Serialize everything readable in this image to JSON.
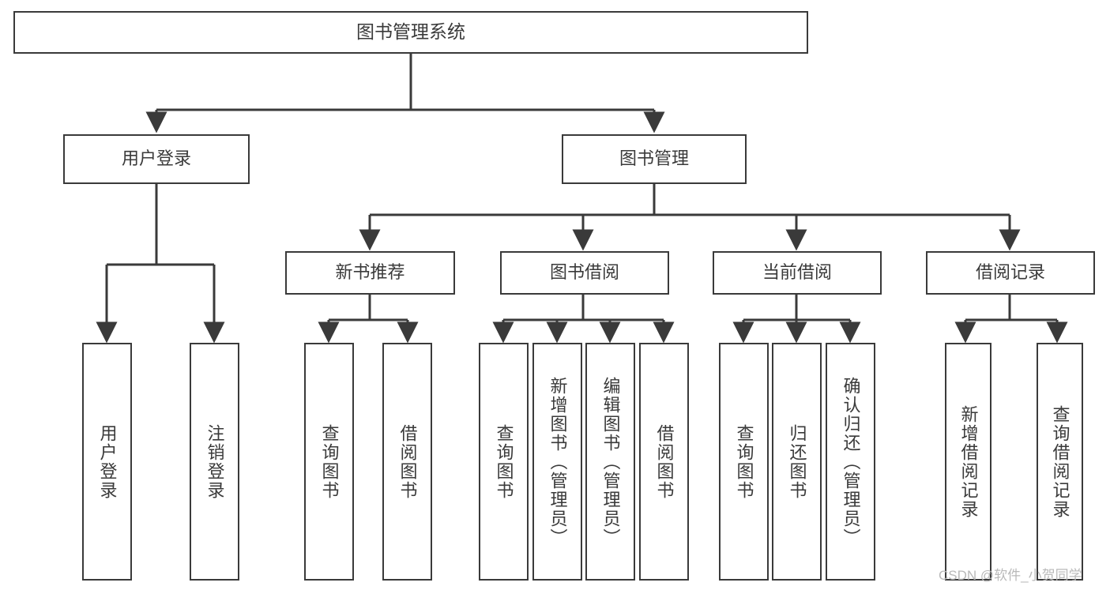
{
  "diagram": {
    "title": "图书管理系统",
    "type": "hierarchy-tree",
    "watermark": "CSDN @软件_小贺同学",
    "colors": {
      "stroke": "#3a3a3a",
      "text": "#3a3a3a",
      "background": "#ffffff",
      "watermark": "#b9b9b9"
    },
    "nodes": {
      "root": {
        "label": "图书管理系统"
      },
      "level1": [
        {
          "id": "user-login",
          "label": "用户登录"
        },
        {
          "id": "book-management",
          "label": "图书管理"
        }
      ],
      "level2": [
        {
          "id": "new-book-recommend",
          "label": "新书推荐"
        },
        {
          "id": "book-borrow",
          "label": "图书借阅"
        },
        {
          "id": "current-borrow",
          "label": "当前借阅"
        },
        {
          "id": "borrow-record",
          "label": "借阅记录"
        }
      ],
      "leaves": {
        "user-login": [
          {
            "id": "leaf-user-login",
            "label": "用户登录"
          },
          {
            "id": "leaf-logout-login",
            "label": "注销登录"
          }
        ],
        "new-book-recommend": [
          {
            "id": "leaf-query-book-1",
            "label": "查询图书"
          },
          {
            "id": "leaf-borrow-book-1",
            "label": "借阅图书"
          }
        ],
        "book-borrow": [
          {
            "id": "leaf-query-book-2",
            "label": "查询图书"
          },
          {
            "id": "leaf-add-book",
            "label": "新增图书（管理员）"
          },
          {
            "id": "leaf-edit-book",
            "label": "编辑图书（管理员）"
          },
          {
            "id": "leaf-borrow-book-2",
            "label": "借阅图书"
          }
        ],
        "current-borrow": [
          {
            "id": "leaf-query-book-3",
            "label": "查询图书"
          },
          {
            "id": "leaf-return-book",
            "label": "归还图书"
          },
          {
            "id": "leaf-confirm-return",
            "label": "确认归还（管理员）"
          }
        ],
        "borrow-record": [
          {
            "id": "leaf-add-record",
            "label": "新增借阅记录"
          },
          {
            "id": "leaf-query-record",
            "label": "查询借阅记录"
          }
        ]
      }
    },
    "edges": [
      {
        "from": "root",
        "to": "user-login"
      },
      {
        "from": "root",
        "to": "book-management"
      },
      {
        "from": "user-login",
        "to": "leaf-user-login"
      },
      {
        "from": "user-login",
        "to": "leaf-logout-login"
      },
      {
        "from": "book-management",
        "to": "new-book-recommend"
      },
      {
        "from": "book-management",
        "to": "book-borrow"
      },
      {
        "from": "book-management",
        "to": "current-borrow"
      },
      {
        "from": "book-management",
        "to": "borrow-record"
      },
      {
        "from": "new-book-recommend",
        "to": "leaf-query-book-1"
      },
      {
        "from": "new-book-recommend",
        "to": "leaf-borrow-book-1"
      },
      {
        "from": "book-borrow",
        "to": "leaf-query-book-2"
      },
      {
        "from": "book-borrow",
        "to": "leaf-add-book"
      },
      {
        "from": "book-borrow",
        "to": "leaf-edit-book"
      },
      {
        "from": "book-borrow",
        "to": "leaf-borrow-book-2"
      },
      {
        "from": "current-borrow",
        "to": "leaf-query-book-3"
      },
      {
        "from": "current-borrow",
        "to": "leaf-return-book"
      },
      {
        "from": "current-borrow",
        "to": "leaf-confirm-return"
      },
      {
        "from": "borrow-record",
        "to": "leaf-add-record"
      },
      {
        "from": "borrow-record",
        "to": "leaf-query-record"
      }
    ]
  }
}
